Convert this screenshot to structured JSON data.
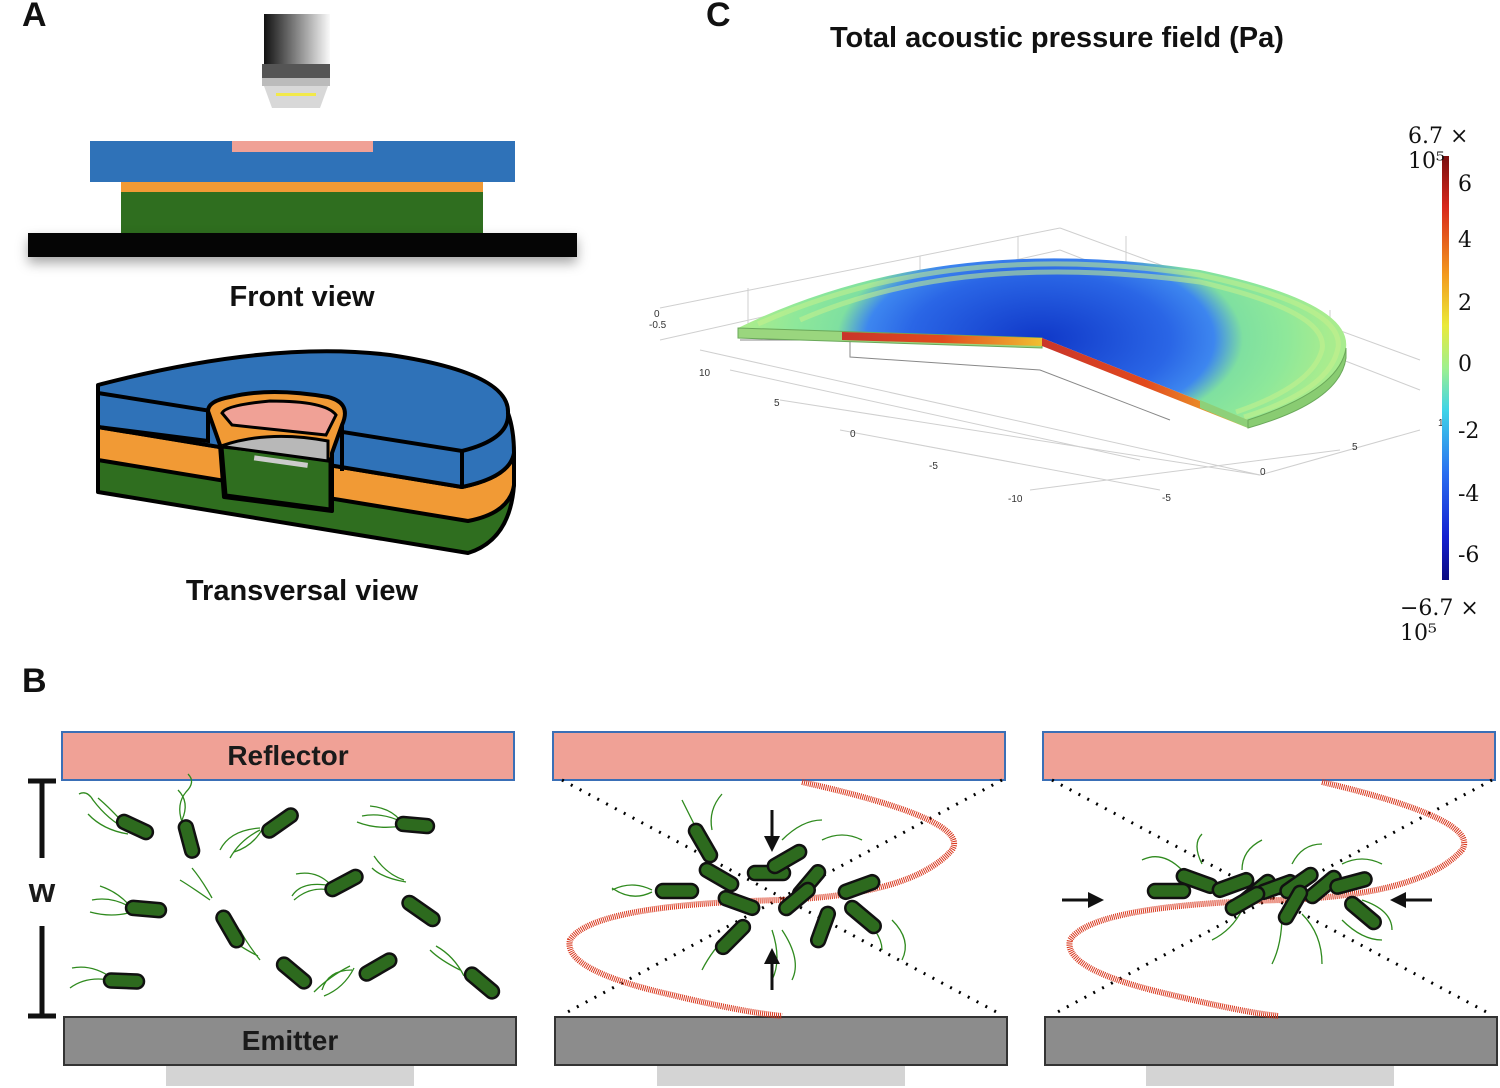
{
  "panels": {
    "a": {
      "letter": "A",
      "front_caption": "Front view",
      "transversal_caption": "Transversal view"
    },
    "b": {
      "letter": "B",
      "reflector_label": "Reflector",
      "emitter_label": "Emitter",
      "width_label": "w"
    },
    "c": {
      "letter": "C",
      "title": "Total acoustic pressure field (Pa)"
    }
  },
  "colorbar": {
    "max_label": "6.7 × 10⁵",
    "min_label": "−6.7 × 10⁵",
    "ticks": [
      "6",
      "4",
      "2",
      "0",
      "-2",
      "-4",
      "-6"
    ]
  },
  "axis3d": {
    "z_ticks": [
      "0",
      "-0.5"
    ],
    "x_ticks": [
      "10",
      "5",
      "0",
      "-5",
      "-10"
    ],
    "y_ticks": [
      "-5",
      "0",
      "5"
    ],
    "extra_tick": "1"
  },
  "colors": {
    "blue_layer": "#2f72b8",
    "orange_layer": "#f19a35",
    "green_layer": "#2f6e1f",
    "pink_chamber": "#f0a196",
    "bacteria": "#2d6a1e",
    "wave": "#d9381e"
  }
}
